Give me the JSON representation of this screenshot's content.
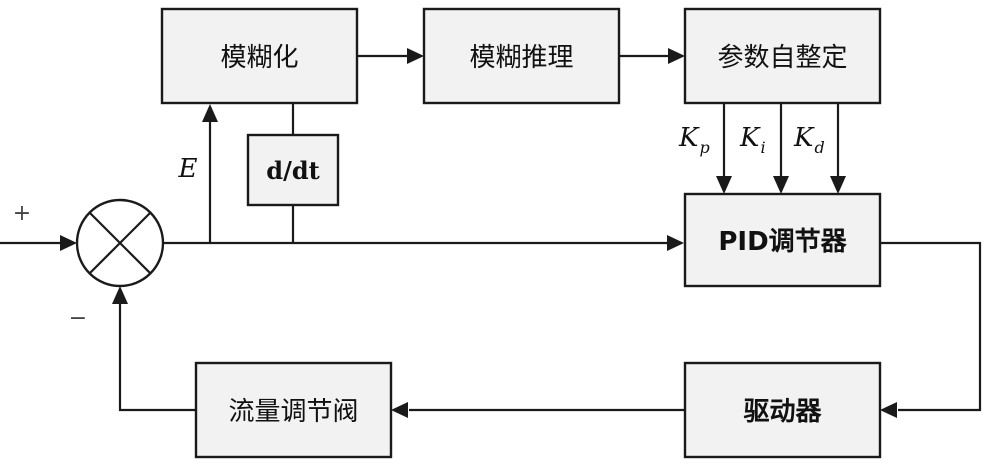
{
  "blocks": {
    "fuzzify": "模糊化",
    "fuzzy_inference": "模糊推理",
    "param_tuning": "参数自整定",
    "derivative": "d/dt",
    "pid": "PID调节器",
    "driver": "驱动器",
    "flow_valve": "流量调节阀"
  },
  "signals": {
    "error": "E",
    "kp": {
      "main": "K",
      "sub": "p"
    },
    "ki": {
      "main": "K",
      "sub": "i"
    },
    "kd": {
      "main": "K",
      "sub": "d"
    }
  },
  "summing_junction": {
    "plus": "+",
    "minus": "−"
  }
}
